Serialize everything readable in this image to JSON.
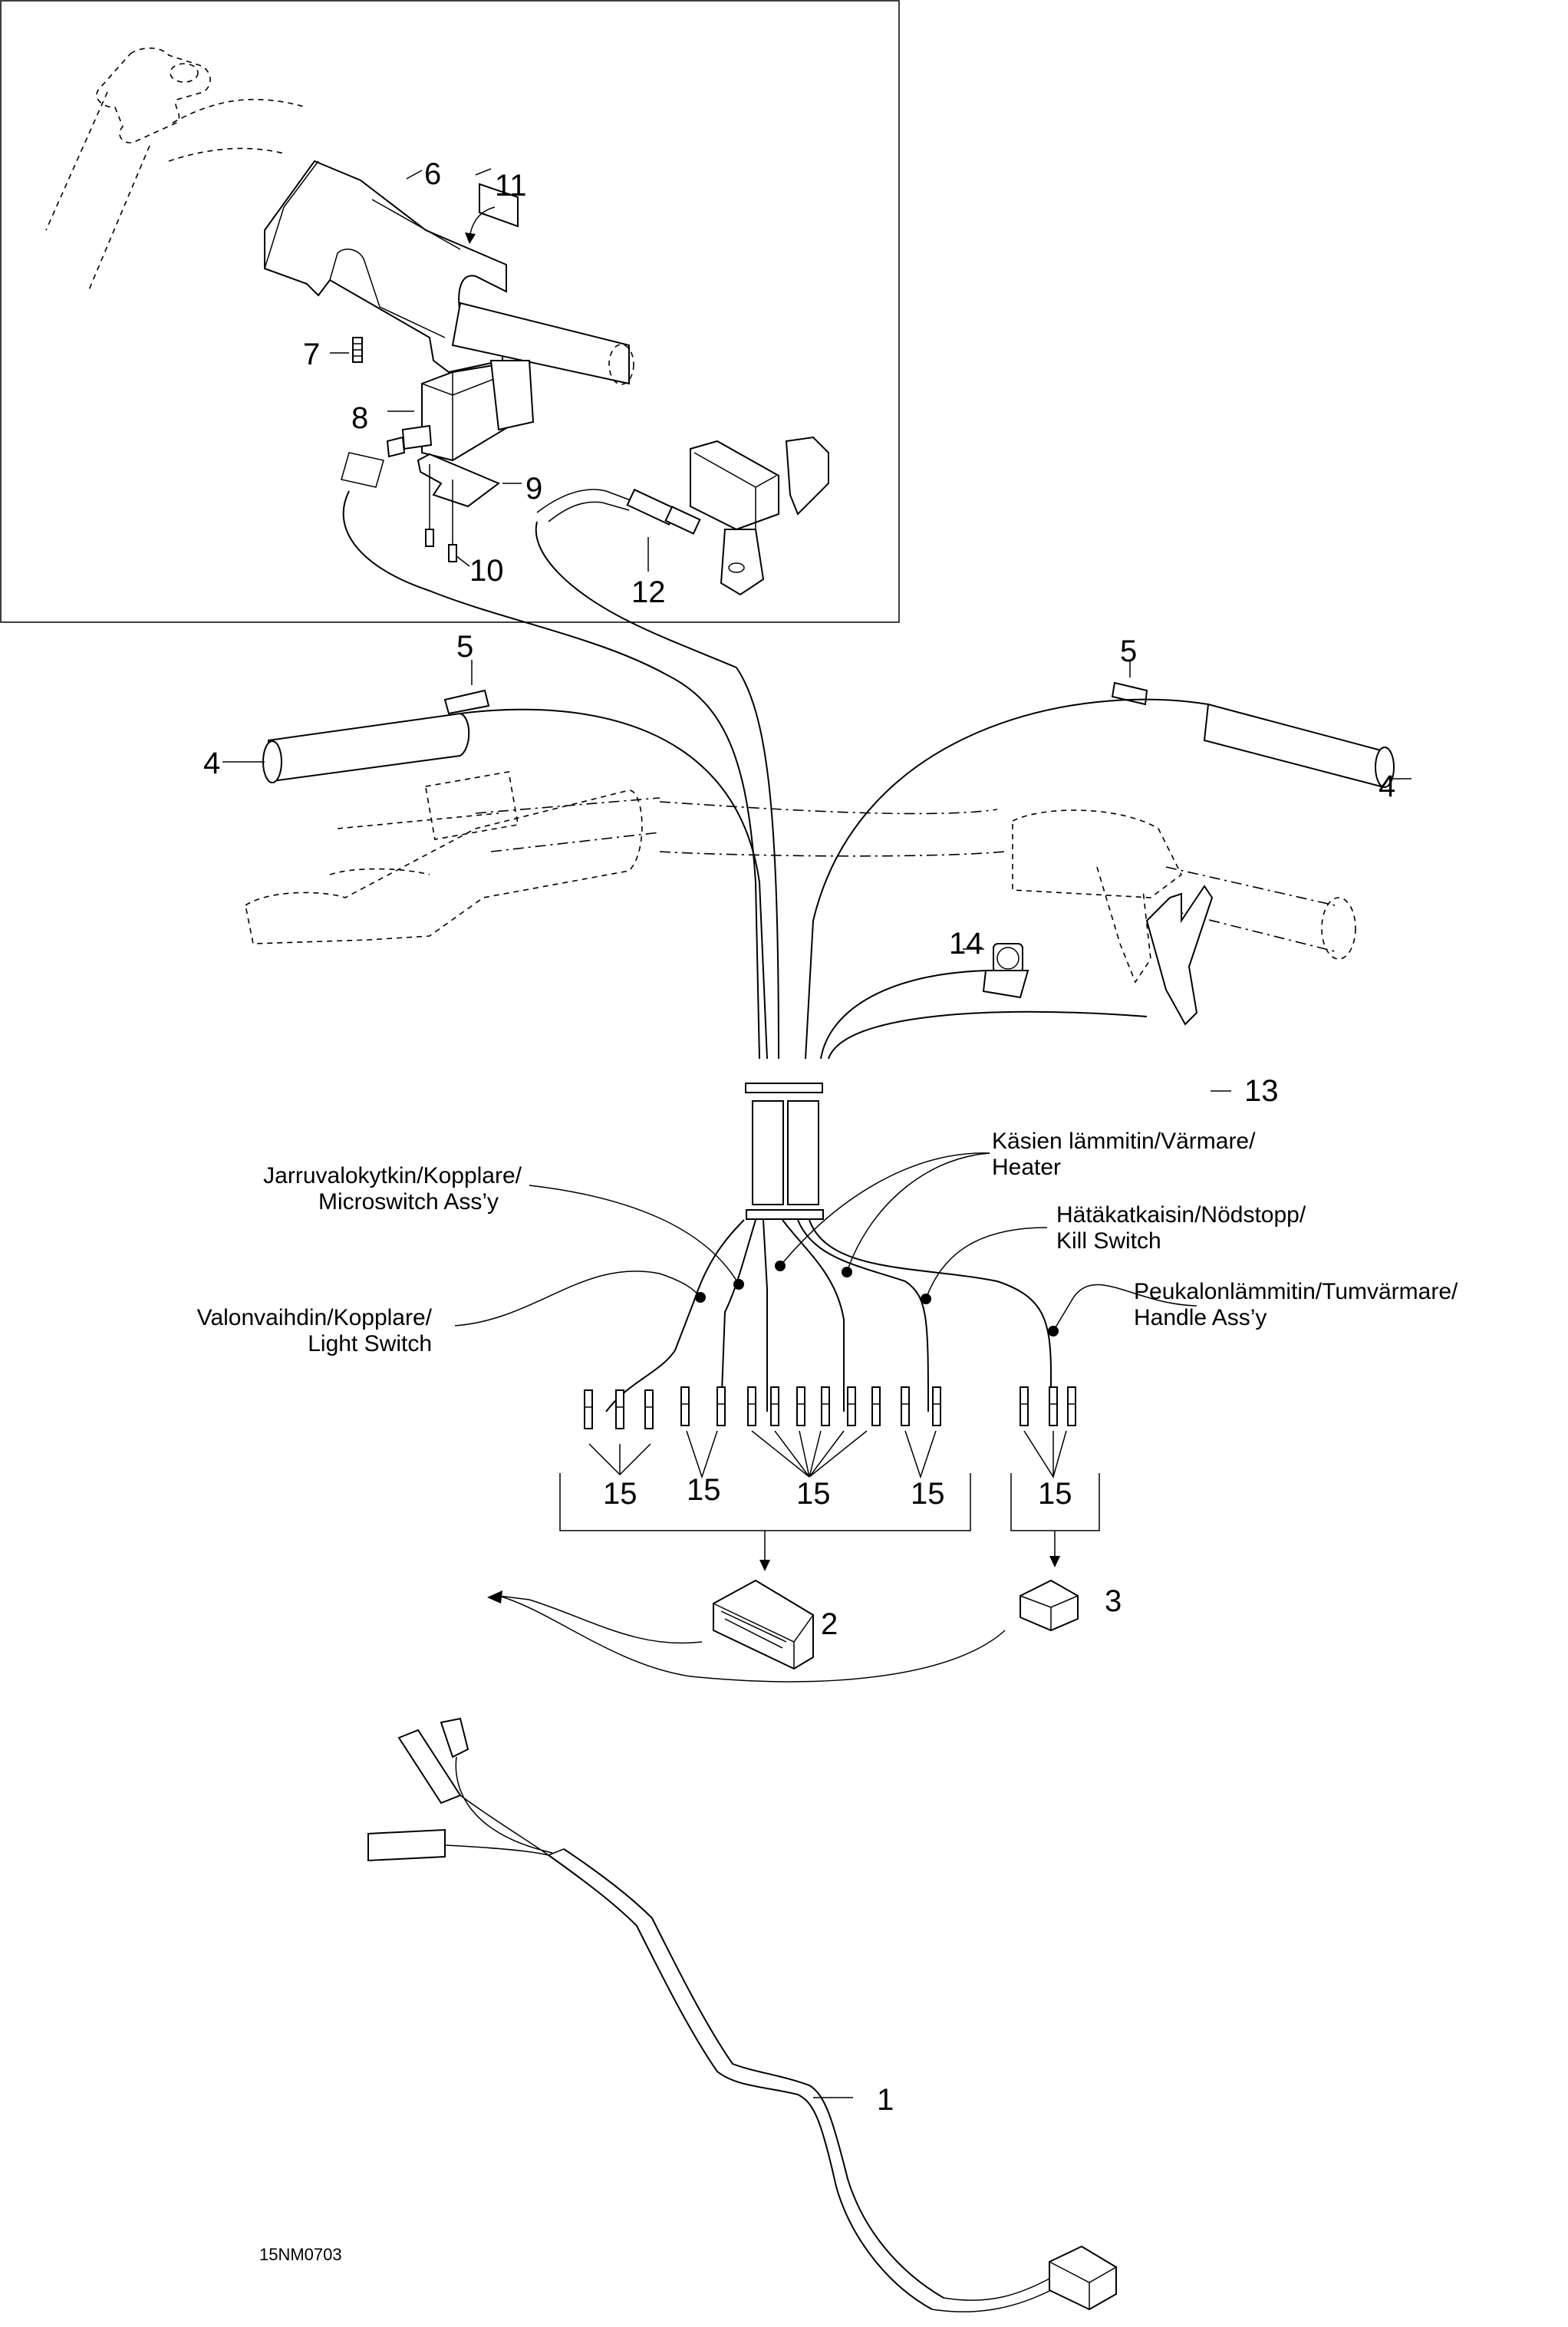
{
  "figure_code": "15NM0703",
  "callouts": {
    "c1": "1",
    "c2": "2",
    "c3": "3",
    "c4_left": "4",
    "c4_right": "4",
    "c5_left": "5",
    "c5_right": "5",
    "c6": "6",
    "c7": "7",
    "c8": "8",
    "c9": "9",
    "c10": "10",
    "c11": "11",
    "c12": "12",
    "c13": "13",
    "c14": "14",
    "c15": [
      "15",
      "15",
      "15",
      "15",
      "15"
    ]
  },
  "wire_labels": {
    "brake_switch": [
      "Jarruvalokytkin/Kopplare/",
      "Microswitch Ass’y"
    ],
    "light_switch": [
      "Valonvaihdin/Kopplare/",
      "Light Switch"
    ],
    "hand_heater": [
      "Käsien lämmitin/Värmare/",
      "Heater"
    ],
    "kill_switch": [
      "Hätäkatkaisin/Nödstopp/",
      "Kill Switch"
    ],
    "thumb_heater": [
      "Peukalonlämmitin/Tumvärmare/",
      "Handle Ass’y"
    ]
  },
  "colors": {
    "line": "#000000",
    "background": "#ffffff"
  }
}
